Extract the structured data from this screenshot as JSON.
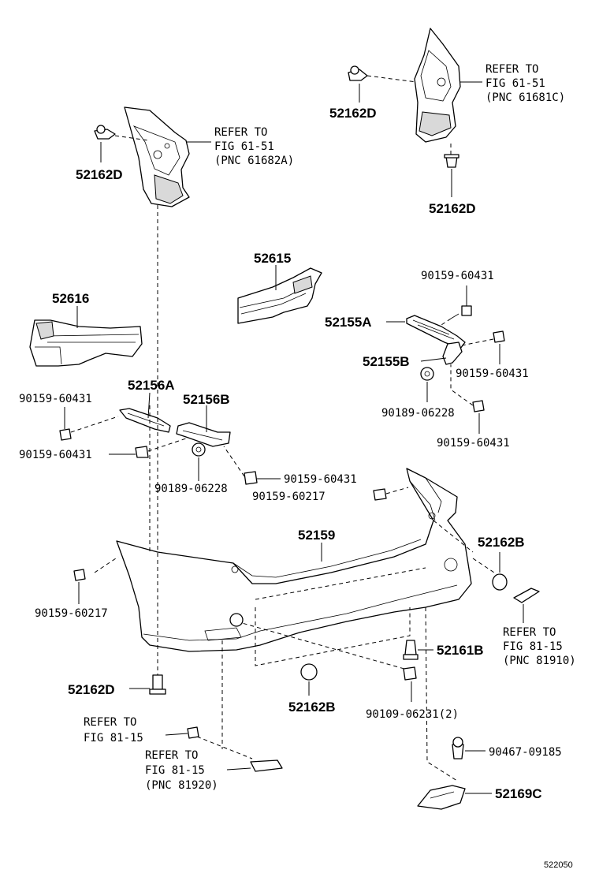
{
  "figure_id": "522050",
  "labels": {
    "p52162D_a": "52162D",
    "p52162D_b": "52162D",
    "p52162D_c": "52162D",
    "p52162D_d": "52162D",
    "p52615": "52615",
    "p52616": "52616",
    "p52155A": "52155A",
    "p52155B": "52155B",
    "p52156A": "52156A",
    "p52156B": "52156B",
    "p52159": "52159",
    "p52162B_a": "52162B",
    "p52162B_b": "52162B",
    "p52161B": "52161B",
    "p52169C": "52169C",
    "b90159_60431_a": "90159-60431",
    "b90159_60431_b": "90159-60431",
    "b90159_60431_c": "90159-60431",
    "b90159_60431_d": "90159-60431",
    "b90159_60431_e": "90159-60431",
    "b90159_60431_f": "90159-60431",
    "b90189_06228_a": "90189-06228",
    "b90189_06228_b": "90189-06228",
    "b90159_60217_a": "90159-60217",
    "b90159_60217_b": "90159-60217",
    "b90109_06231": "90109-06231(2)",
    "b90467_09185": "90467-09185"
  },
  "references": {
    "r1": {
      "line1": "REFER TO",
      "line2": "FIG 61-51",
      "line3": "(PNC 61682A)"
    },
    "r2": {
      "line1": "REFER TO",
      "line2": "FIG 61-51",
      "line3": "(PNC 61681C)"
    },
    "r3": {
      "line1": "REFER TO",
      "line2": "FIG 81-15",
      "line3": "(PNC 81910)"
    },
    "r4": {
      "line1": "REFER TO",
      "line2": "FIG 81-15"
    },
    "r5": {
      "line1": "REFER TO",
      "line2": "FIG 81-15",
      "line3": "(PNC 81920)"
    }
  }
}
